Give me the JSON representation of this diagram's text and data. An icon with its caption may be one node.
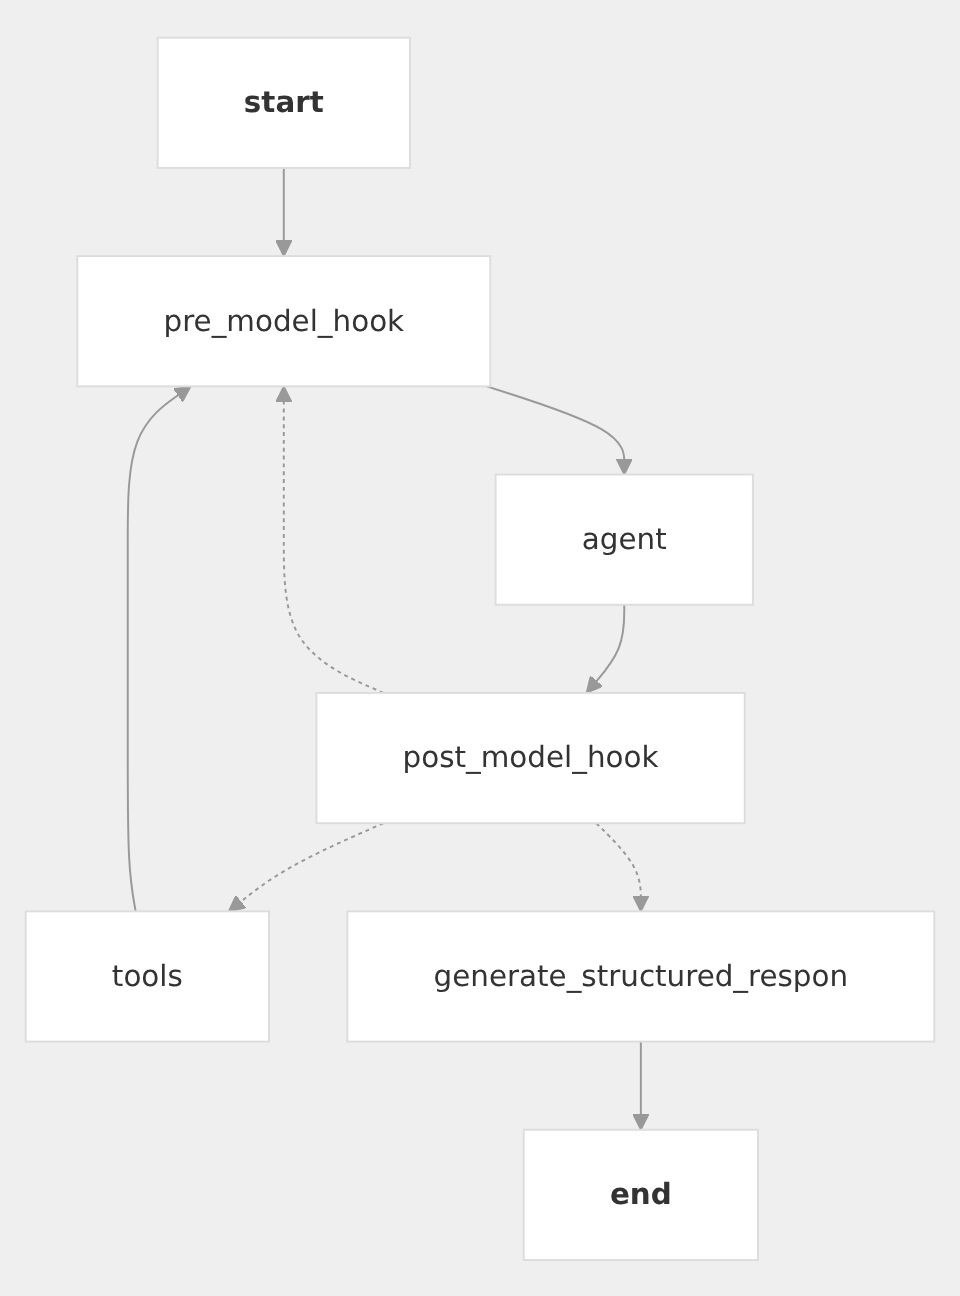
{
  "diagram": {
    "nodes": [
      {
        "text": [
          "start"
        ]
      },
      {
        "text": [
          "pre_model_hook"
        ]
      },
      {
        "text": [
          "agent"
        ]
      },
      {
        "text": [
          "post_model_hook"
        ]
      },
      {
        "text": [
          "tools"
        ]
      },
      {
        "text": [
          "generate_structured_respon"
        ]
      },
      {
        "text": [
          "end"
        ]
      }
    ],
    "edges": [
      {
        "from": 0,
        "to": 1,
        "arrow": "to"
      },
      {
        "from": 1,
        "to": 2,
        "arrow": "to"
      },
      {
        "from": 2,
        "to": 3,
        "arrow": "to"
      },
      {
        "from": 3,
        "to": 1,
        "arrow": "to",
        "style": "dashed"
      },
      {
        "from": 3,
        "to": 4,
        "arrow": "to",
        "style": "dashed"
      },
      {
        "from": 3,
        "to": 5,
        "arrow": "to",
        "style": "dashed"
      },
      {
        "from": 4,
        "to": 1,
        "arrow": "to"
      },
      {
        "from": 5,
        "to": 6,
        "arrow": "to"
      }
    ]
  }
}
